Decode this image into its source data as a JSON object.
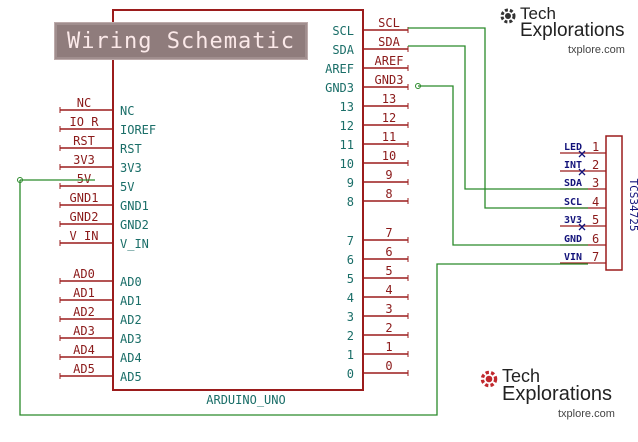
{
  "title": "Wiring Schematic",
  "board": {
    "name": "ARDUINO_UNO",
    "left_pins": [
      {
        "pin": "NC",
        "net": "NC"
      },
      {
        "pin": "IOREF",
        "net": "IO_R"
      },
      {
        "pin": "RST",
        "net": "RST"
      },
      {
        "pin": "3V3",
        "net": "3V3"
      },
      {
        "pin": "5V",
        "net": "5V"
      },
      {
        "pin": "GND1",
        "net": "GND1"
      },
      {
        "pin": "GND2",
        "net": "GND2"
      },
      {
        "pin": "V_IN",
        "net": "V_IN"
      },
      {
        "pin": "AD0",
        "net": "AD0"
      },
      {
        "pin": "AD1",
        "net": "AD1"
      },
      {
        "pin": "AD2",
        "net": "AD2"
      },
      {
        "pin": "AD3",
        "net": "AD3"
      },
      {
        "pin": "AD4",
        "net": "AD4"
      },
      {
        "pin": "AD5",
        "net": "AD5"
      }
    ],
    "right_pins": [
      {
        "pin": "SCL",
        "net": "SCL"
      },
      {
        "pin": "SDA",
        "net": "SDA"
      },
      {
        "pin": "AREF",
        "net": "AREF"
      },
      {
        "pin": "GND3",
        "net": "GND3"
      },
      {
        "pin": "13",
        "net": "13"
      },
      {
        "pin": "12",
        "net": "12"
      },
      {
        "pin": "11",
        "net": "11"
      },
      {
        "pin": "10",
        "net": "10"
      },
      {
        "pin": "9",
        "net": "9"
      },
      {
        "pin": "8",
        "net": "8"
      },
      {
        "pin": "7",
        "net": "7"
      },
      {
        "pin": "6",
        "net": "6"
      },
      {
        "pin": "5",
        "net": "5"
      },
      {
        "pin": "4",
        "net": "4"
      },
      {
        "pin": "3",
        "net": "3"
      },
      {
        "pin": "2",
        "net": "2"
      },
      {
        "pin": "1",
        "net": "1"
      },
      {
        "pin": "0",
        "net": "0"
      }
    ]
  },
  "module": {
    "name": "TCS34725",
    "pins": [
      {
        "label": "LED",
        "num": "1"
      },
      {
        "label": "INT",
        "num": "2"
      },
      {
        "label": "SDA",
        "num": "3"
      },
      {
        "label": "SCL",
        "num": "4"
      },
      {
        "label": "3V3",
        "num": "5"
      },
      {
        "label": "GND",
        "num": "6"
      },
      {
        "label": "VIN",
        "num": "7"
      }
    ]
  },
  "logos": [
    {
      "line1": "Tech",
      "line2": "Explorations",
      "url": "txplore.com"
    },
    {
      "line1": "Tech",
      "line2": "Explorations",
      "url": "txplore.com"
    }
  ],
  "colors": {
    "outline": "#9b1c1c",
    "wire": "#2a8a2a",
    "pin_text": "#1a6e68",
    "net_text": "#8b1a1a",
    "module_text": "#12127a",
    "logo_gear": "#c0282d"
  }
}
